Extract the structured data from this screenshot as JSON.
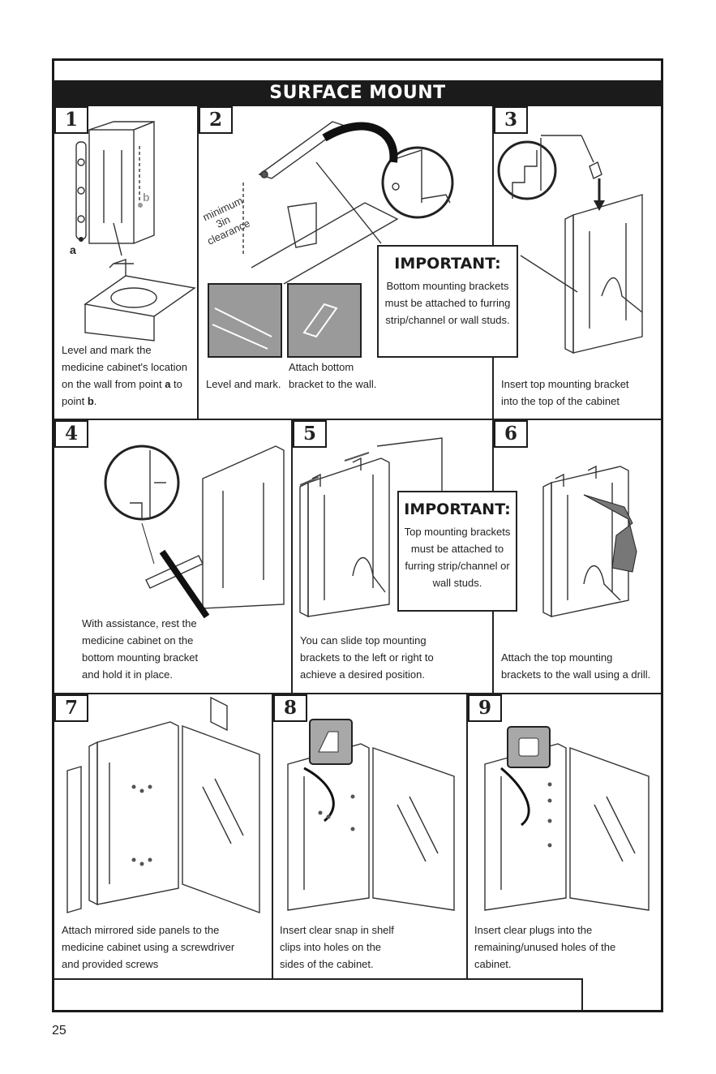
{
  "banner": {
    "title": "SURFACE MOUNT"
  },
  "steps": [
    {
      "num": "1",
      "lines": [
        "Level and mark the",
        "medicine cabinet's location",
        "on the wall from point",
        "point"
      ],
      "mark_a": "a",
      "mark_b": "b",
      "to": " to",
      "end": "."
    },
    {
      "num": "2",
      "label_left": "Level and mark.",
      "label_right_1": "Attach bottom",
      "label_right_2": "bracket to the wall.",
      "clearance": [
        "minimum",
        "3in",
        "clearance"
      ]
    },
    {
      "num": "3",
      "lines": [
        "Insert top mounting bracket",
        "into the top of the cabinet"
      ]
    },
    {
      "num": "4",
      "lines": [
        "With assistance, rest the",
        "medicine cabinet on the",
        "bottom mounting bracket",
        "and hold it in place."
      ]
    },
    {
      "num": "5",
      "lines": [
        "You can slide top mounting",
        "brackets to the left or right to",
        "achieve a desired position."
      ]
    },
    {
      "num": "6",
      "lines": [
        "Attach the top mounting",
        "brackets to the wall using a drill."
      ]
    },
    {
      "num": "7",
      "lines": [
        "Attach mirrored side panels       to the",
        "medicine cabinet using a screwdriver",
        "and provided screws"
      ]
    },
    {
      "num": "8",
      "lines": [
        "Insert clear snap in shelf",
        "clips  into holes on the",
        "sides of the cabinet."
      ]
    },
    {
      "num": "9",
      "lines": [
        "Insert clear plugs into the",
        "remaining/unused holes of the",
        "cabinet."
      ]
    }
  ],
  "important_1": {
    "heading": "IMPORTANT:",
    "lines": [
      "Bottom mounting brackets",
      "must be attached to furring",
      "strip/channel or wall studs."
    ]
  },
  "important_2": {
    "heading": "IMPORTANT:",
    "lines": [
      "Top mounting brackets",
      "must be attached to",
      "furring strip/channel or",
      "wall studs."
    ]
  },
  "page_number": "25"
}
